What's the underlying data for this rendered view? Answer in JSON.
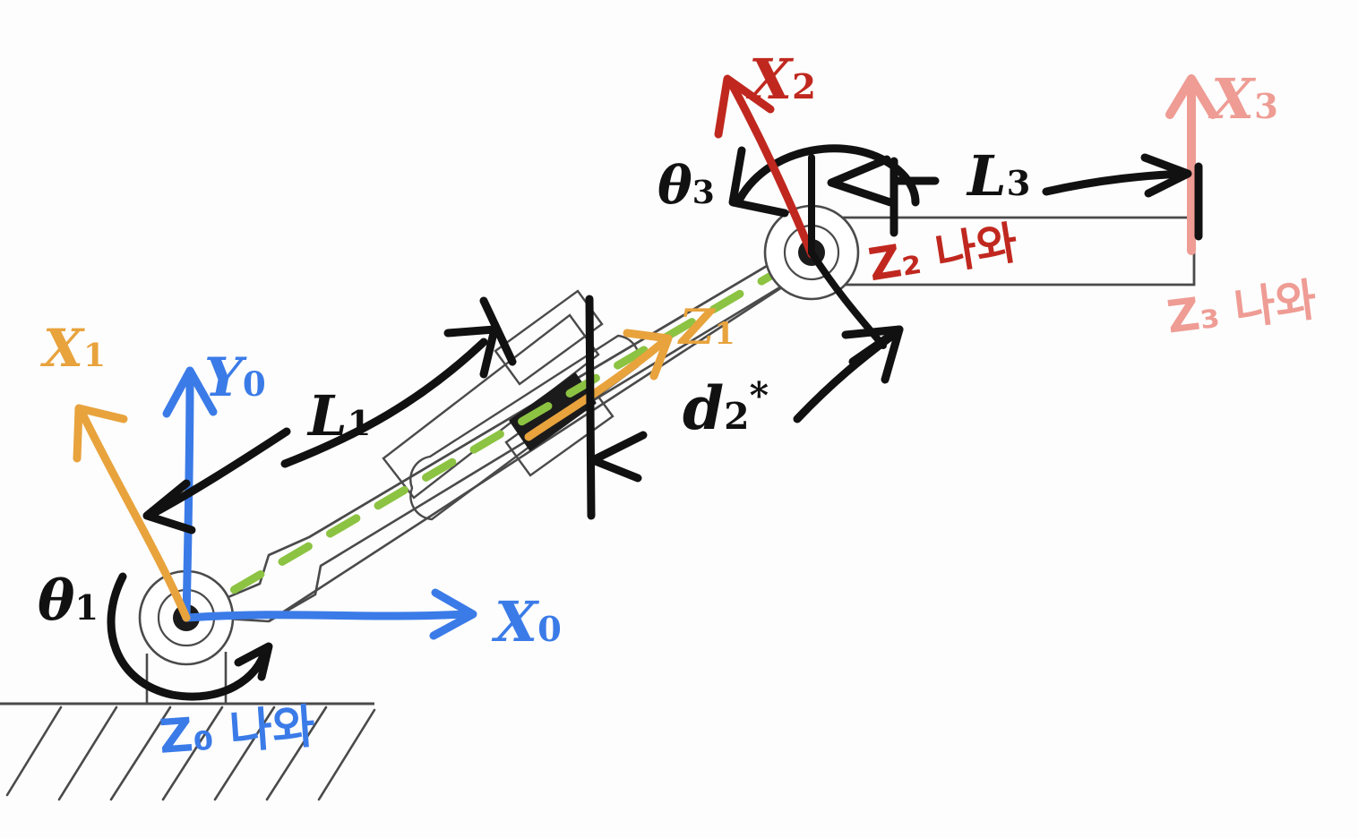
{
  "diagram": {
    "title": "3-DOF RPR planar manipulator kinematic sketch",
    "kind": "hand-drawn-robotics-diagram",
    "background_color": "#fdfdfd"
  },
  "colors": {
    "ink_black": "#111111",
    "link_gray": "#4a4a4a",
    "frame_blue": "#3b7be8",
    "axis_orange": "#e8a33d",
    "axis_red": "#c0281f",
    "axis_pink": "#ee9c94",
    "centerline_green": "#8cc342"
  },
  "labels": {
    "theta1": {
      "base": "θ",
      "sub": "1",
      "color": "#111111"
    },
    "theta3": {
      "base": "θ",
      "sub": "3",
      "color": "#111111"
    },
    "L1": {
      "base": "L",
      "sub": "1",
      "color": "#111111"
    },
    "L3": {
      "base": "L",
      "sub": "3",
      "color": "#111111"
    },
    "d2": {
      "base": "d",
      "sub": "2",
      "sup": "*",
      "color": "#111111"
    },
    "X0": {
      "base": "X",
      "sub": "0",
      "color": "#3b7be8"
    },
    "Y0": {
      "base": "Y",
      "sub": "0",
      "color": "#3b7be8"
    },
    "X1": {
      "base": "X",
      "sub": "1",
      "color": "#e8a33d"
    },
    "Z1": {
      "base": "Z",
      "sub": "1",
      "color": "#e8a33d"
    },
    "X2": {
      "base": "X",
      "sub": "2",
      "color": "#c0281f"
    },
    "X3": {
      "base": "X",
      "sub": "3",
      "color": "#ee9c94"
    },
    "Z0_note": {
      "text": "Z₀ 나와",
      "color": "#3b7be8"
    },
    "Z2_note": {
      "text": "Z₂ 나와",
      "color": "#c0281f"
    },
    "Z3_note": {
      "text": "Z₃ 나와",
      "color": "#ee9c94"
    }
  },
  "elements": {
    "ground": "hatched-ground-line",
    "base_joint": "revolute-joint-1",
    "elbow_joint": "revolute-joint-3",
    "prismatic_slot": "prismatic-joint-2-slot",
    "slider_block": "prismatic-slider-block",
    "link1": "link-1-body",
    "link3": "link-3-body",
    "centerline": "green-dashed-centerline"
  }
}
